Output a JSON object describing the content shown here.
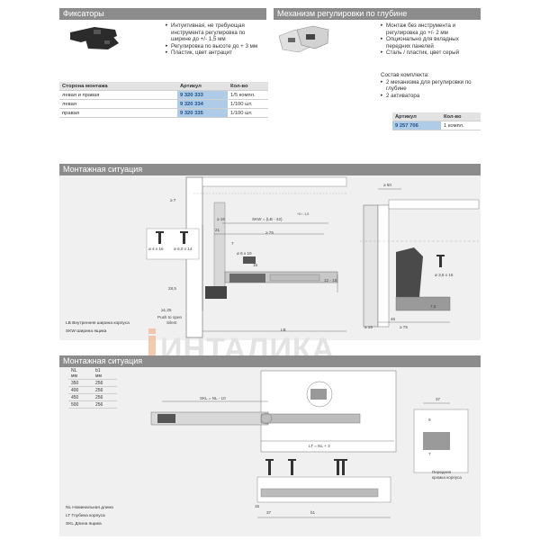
{
  "top_left": {
    "header": "Фиксаторы",
    "bullets": [
      "Интуитивная, не требующая инструмента регулировка  по ширине до +/- 1,5 мм",
      "Регулировка по высоте до + 3 мм",
      "Пластик, цвет антрацит"
    ],
    "table": {
      "headers": [
        "Сторона монтажа",
        "Артикул",
        "Кол-во"
      ],
      "rows": [
        [
          "левая и правая",
          "9 320 333",
          "1/5 компл."
        ],
        [
          "левая",
          "9 320 334",
          "1/100 шт."
        ],
        [
          "правая",
          "9 320 335",
          "1/100 шт."
        ]
      ]
    }
  },
  "top_right": {
    "header": "Механизм регулировки по глубине",
    "bullets": [
      "Монтаж без инструмента и регулировка до +/- 2 мм",
      "Опционально для вкладных передних панелей",
      "Сталь / пластик, цвет серый"
    ],
    "kit_title": "Состав комплекта:",
    "kit_items": [
      "2 механизма для регулировки по глубине",
      "2 активатора"
    ],
    "table": {
      "headers": [
        "Артикул",
        "Кол-во"
      ],
      "rows": [
        [
          "9 257 706",
          "1 компл."
        ]
      ]
    }
  },
  "section1": {
    "header": "Монтажная ситуация",
    "labels": {
      "skw": "SKW = (LB - 42)",
      "tol": "+0 / -1,5",
      "ge16": "≥ 16",
      "d21": "21",
      "d7": "7",
      "ge7": "≥ 7",
      "ge75": "≥ 75",
      "o6x10": "ø 6 x 10",
      "d15": "15",
      "d28": "28,5",
      "d1215": "12 - 15",
      "d125": "≥1,25",
      "push": "Push to open",
      "silent": "Silent",
      "lb": "LB",
      "ge50": "≥ 50",
      "d46": "46",
      "d75r": "7,5",
      "o35": "ø 3,5 x 16",
      "ge16b": "≥ 16",
      "ge75b": "≥ 75",
      "screw1": "ø 4 x 16",
      "screw2": "ø 6,0 x 14"
    },
    "legend": [
      "LB Внутренняя ширина корпуса",
      "SKW Ширина ящика"
    ]
  },
  "watermark": "ИНТАЛИКА",
  "section2": {
    "header": "Монтажная ситуация",
    "table": {
      "headers": [
        "NL",
        "b1"
      ],
      "units": [
        "мм",
        "мм"
      ],
      "rows": [
        [
          "350",
          "256"
        ],
        [
          "400",
          "256"
        ],
        [
          "450",
          "256"
        ],
        [
          "500",
          "256"
        ]
      ]
    },
    "labels": {
      "skl": "SKL = NL - 10",
      "lt": "LT = NL + 3",
      "d37": "37",
      "d9": "9",
      "d7": "7",
      "front": "Передняя",
      "front2": "кромка корпуса",
      "d15": "15",
      "d37b": "37",
      "b1": "b1"
    },
    "legend": [
      "NL Номинальная длина",
      "LT Глубина корпуса",
      "SKL Длина ящика"
    ]
  },
  "colors": {
    "band": "#8c8c8c",
    "article_bg": "#aecbe8",
    "panel_bg": "#f0f0f0",
    "watermark": "#e3e3e3",
    "watermark_accent": "#f3b28a"
  }
}
